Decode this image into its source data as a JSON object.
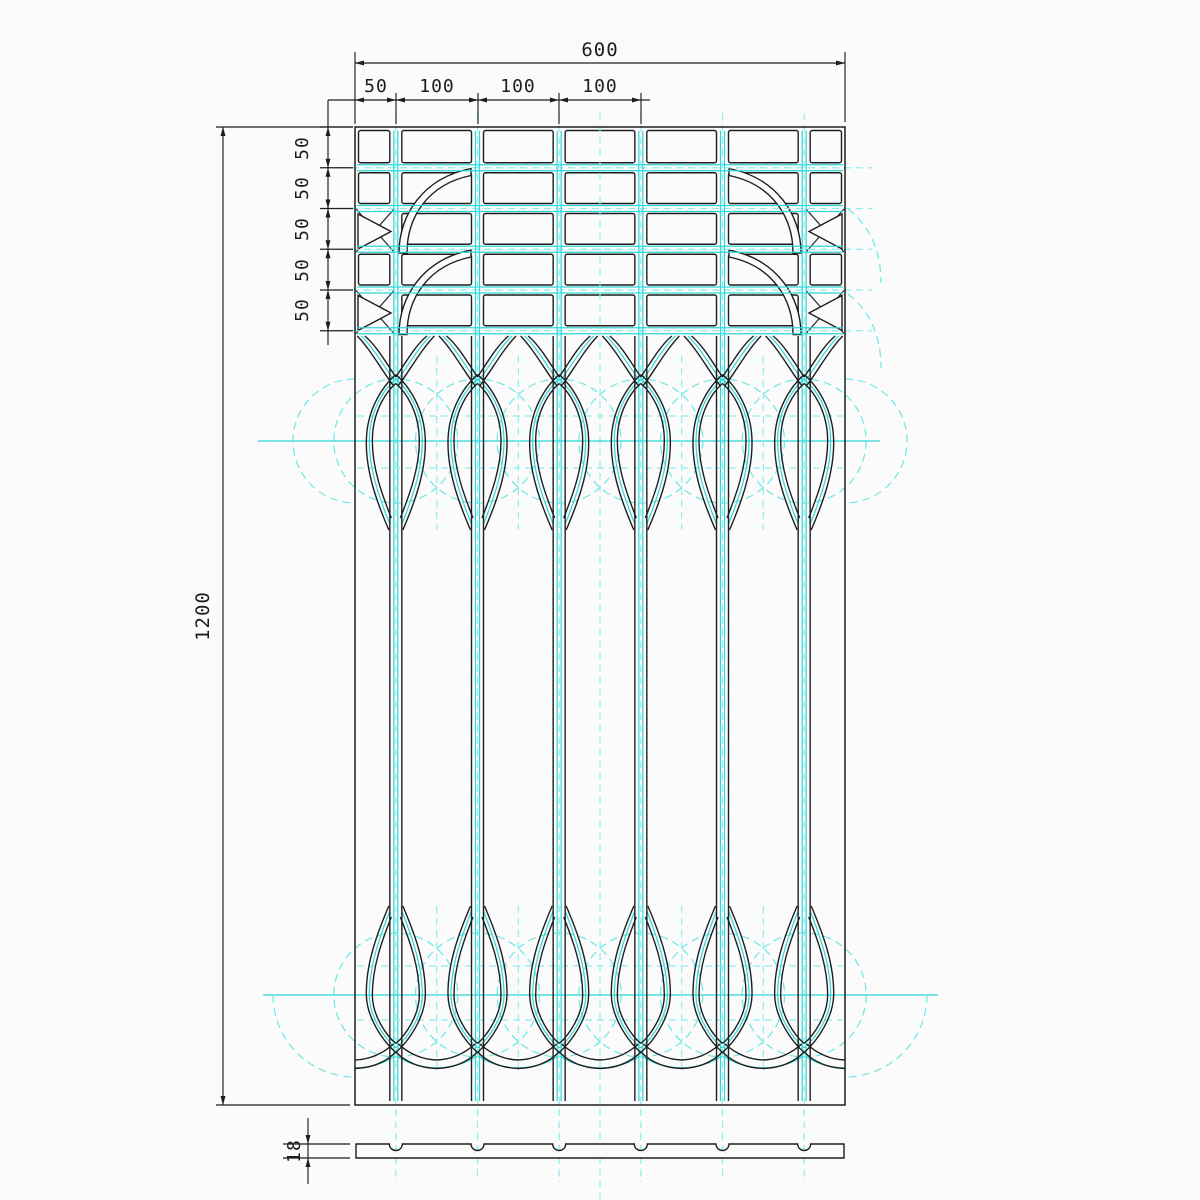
{
  "palette": {
    "ink": "#1e1e1e",
    "centerline_cyan": "#2fd6d6",
    "construction_cyan": "#8feded",
    "background": "#fbfbfb"
  },
  "panel": {
    "width_units": 600,
    "height_units": 1200,
    "thickness_units": 18,
    "bar_positions_units": [
      50,
      150,
      250,
      350,
      450,
      550
    ],
    "grid_rows": 5,
    "grid_row_pitch_units": 50
  },
  "dimensions": {
    "overall_width": "600",
    "top_chain": [
      "50",
      "100",
      "100",
      "100"
    ],
    "overall_height": "1200",
    "left_chain": [
      "50",
      "50",
      "50",
      "50",
      "50"
    ],
    "thickness": "18"
  }
}
